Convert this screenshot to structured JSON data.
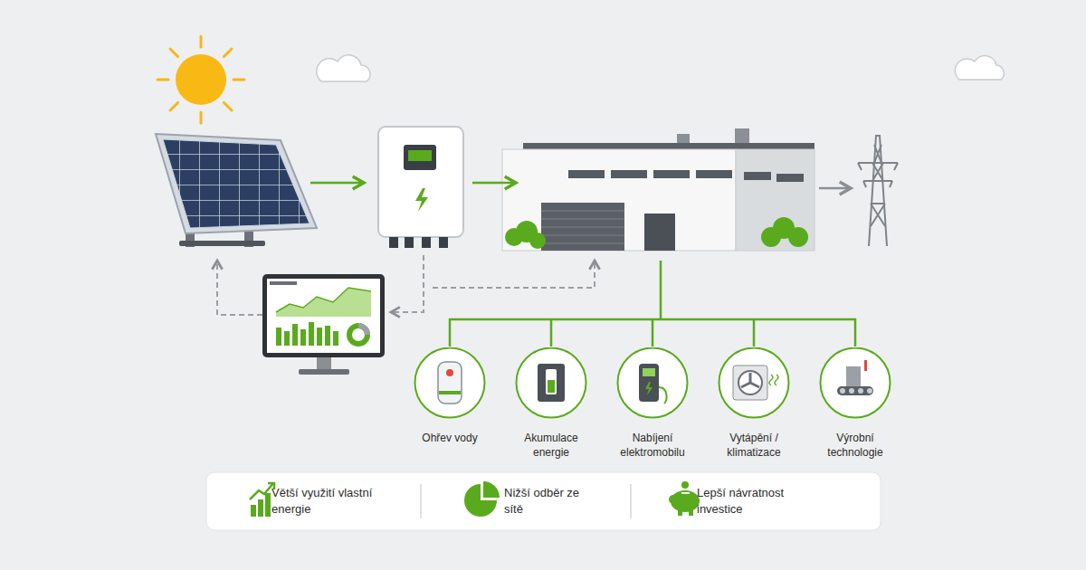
{
  "diagram": {
    "nodes": [
      {
        "text": [
          "Ohřev vody"
        ]
      },
      {
        "text": [
          "Akumulace energie"
        ]
      },
      {
        "text": [
          "Nabíjení elektromobilu"
        ]
      },
      {
        "text": [
          "Vytápění / klimatizace"
        ]
      },
      {
        "text": [
          "Výrobní technologie"
        ]
      },
      {
        "text": [
          "Větší využití vlastní energie",
          "Nižší odběr ze sítě",
          "Lepší návratnost investice"
        ]
      }
    ]
  }
}
